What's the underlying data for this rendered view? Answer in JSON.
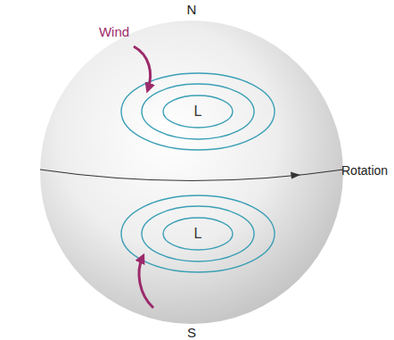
{
  "diagram": {
    "nodes": [
      {
        "text": [
          "L"
        ]
      },
      {
        "text": [
          "L"
        ]
      }
    ],
    "labels": [
      "N",
      "Wind",
      "Rotation",
      "S"
    ]
  }
}
